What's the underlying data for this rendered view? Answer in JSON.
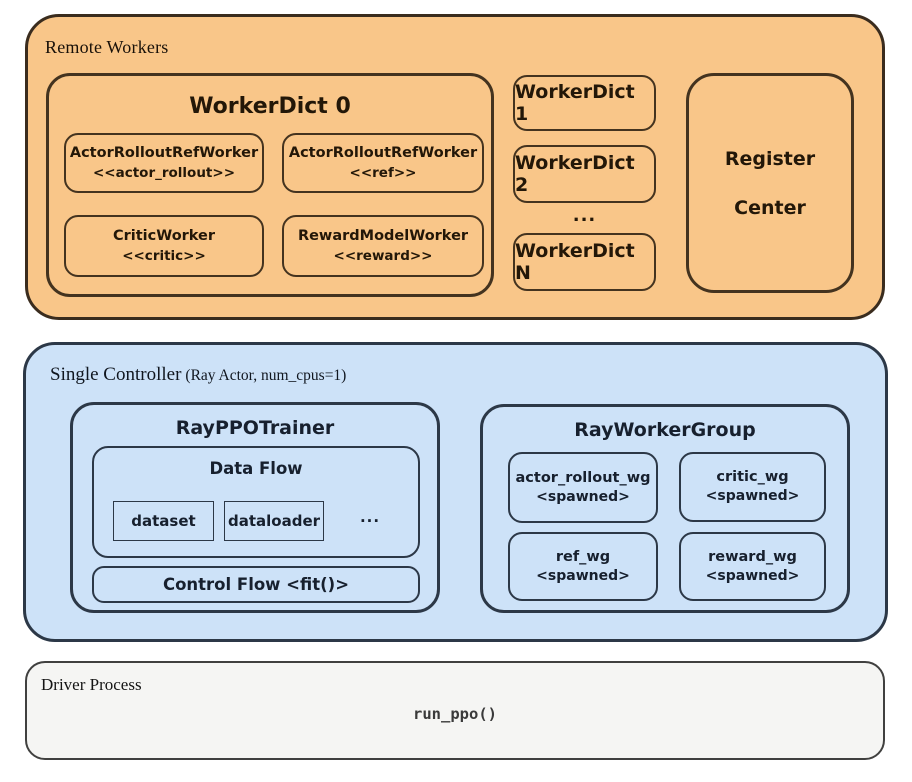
{
  "remote_workers": {
    "title": "Remote Workers",
    "worker_dict_0": {
      "title": "WorkerDict 0",
      "workers": [
        {
          "name": "ActorRolloutRefWorker",
          "stereotype": "<<actor_rollout>>"
        },
        {
          "name": "ActorRolloutRefWorker",
          "stereotype": "<<ref>>"
        },
        {
          "name": "CriticWorker",
          "stereotype": "<<critic>>"
        },
        {
          "name": "RewardModelWorker",
          "stereotype": "<<reward>>"
        }
      ]
    },
    "worker_dicts": [
      {
        "label": "WorkerDict 1"
      },
      {
        "label": "WorkerDict 2"
      },
      {
        "label": "WorkerDict N"
      }
    ],
    "ellipsis": "...",
    "register_center": {
      "lines": [
        "Register",
        "Center"
      ]
    }
  },
  "single_controller": {
    "title": "Single Controller",
    "subtitle": "(Ray Actor, num_cpus=1)",
    "ray_ppo_trainer": {
      "title": "RayPPOTrainer",
      "data_flow": {
        "title": "Data Flow",
        "items": [
          "dataset",
          "dataloader"
        ],
        "ellipsis": "..."
      },
      "control_flow": {
        "label": "Control Flow <fit()>"
      }
    },
    "ray_worker_group": {
      "title": "RayWorkerGroup",
      "groups": [
        {
          "name": "actor_rollout_wg",
          "state": "<spawned>"
        },
        {
          "name": "critic_wg",
          "state": "<spawned>"
        },
        {
          "name": "ref_wg",
          "state": "<spawned>"
        },
        {
          "name": "reward_wg",
          "state": "<spawned>"
        }
      ]
    }
  },
  "driver_process": {
    "title": "Driver Process",
    "call": "run_ppo()"
  },
  "colors": {
    "remote_fill": "#f9c689",
    "remote_border": "#3a2c1e",
    "controller_fill": "#cde2f8",
    "controller_border": "#2c3847",
    "driver_fill": "#f5f5f3",
    "driver_border": "#40403f"
  }
}
